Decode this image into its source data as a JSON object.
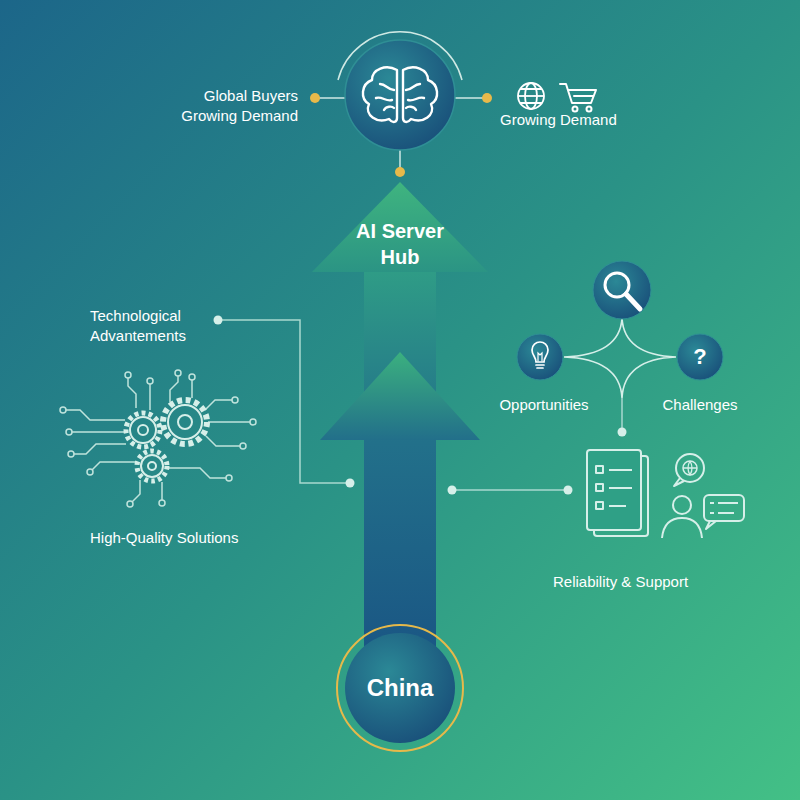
{
  "diagram": {
    "nodes": [
      {
        "text": [
          "AI Server Hub"
        ]
      },
      {
        "text": [
          "Opportunities"
        ]
      },
      {
        "text": [
          "?",
          "Challenges"
        ]
      },
      {
        "text": [
          "China"
        ]
      }
    ],
    "labels": [
      "Global Buyers Growing Demand",
      "Growing Demand",
      "Technological Advantements",
      "High-Quality Solutions",
      "Reliability & Support"
    ]
  }
}
